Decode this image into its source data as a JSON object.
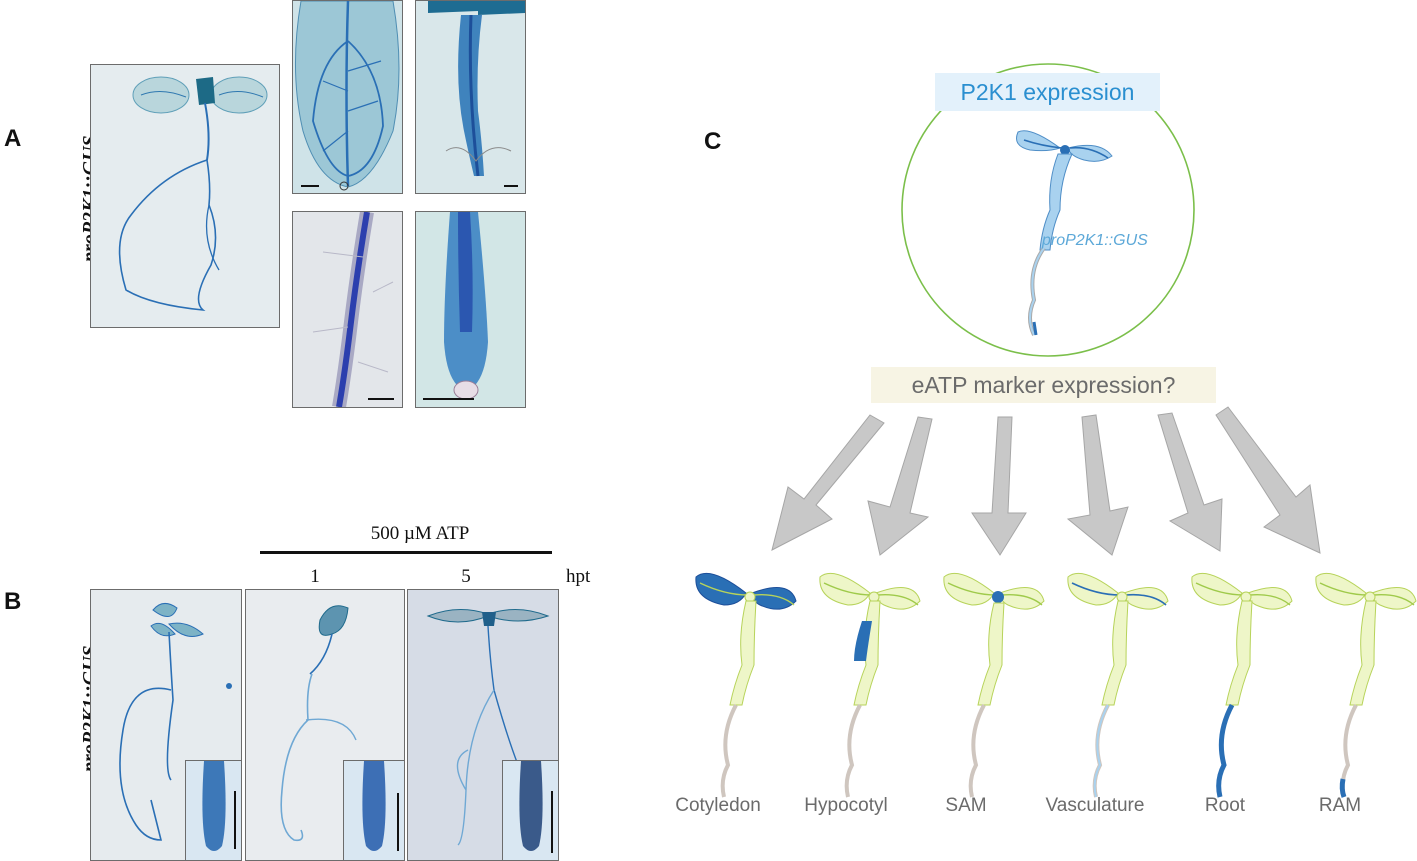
{
  "panel_a": {
    "label": "A",
    "genotype_label": "proP2K1::GUS"
  },
  "panel_b": {
    "label": "B",
    "genotype_label": "proP2K1::GUS",
    "treatment": "500 µM ATP",
    "timepoints": [
      "1",
      "5"
    ],
    "unit": "hpt"
  },
  "panel_c": {
    "label": "C",
    "title": "P2K1 expression",
    "reporter_label": "proP2K1::GUS",
    "question": "eATP marker expression?",
    "tissues": [
      "Cotyledon",
      "Hypocotyl",
      "SAM",
      "Vasculature",
      "Root",
      "RAM"
    ]
  },
  "colors": {
    "gus_blue": "#2a6fb5",
    "light_blue": "#a9d2ef",
    "title_bg": "#e3f1fb",
    "title_text": "#2a8fd0",
    "question_bg": "#f7f4e4",
    "question_text": "#6b6b6b",
    "circle_green": "#7bbf4a",
    "arrow_gray": "#c8c8c8",
    "leaf_yellow": "#eef6c8",
    "leaf_outline": "#b7d35a"
  }
}
